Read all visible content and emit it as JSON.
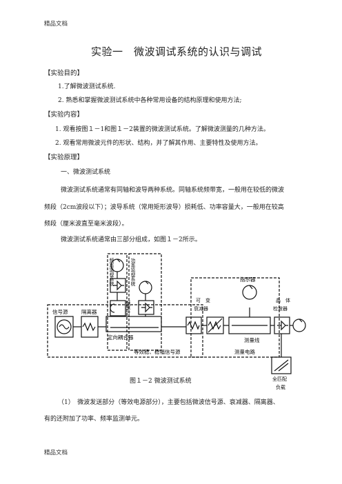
{
  "header": {
    "top": "精品文档",
    "bottom": "精品文档"
  },
  "title": "实验一　微波调试系统的认识与调试",
  "sections": {
    "purpose": "【实验目的】",
    "content": "【实验内容】",
    "principle": "【实验原理】"
  },
  "purpose_items": [
    "1.了解微波测试系统.",
    "2. 熟悉和掌握微波测试系统中各种常用设备的结构原理和使用方法;"
  ],
  "content_items": [
    "1.  观看按图１－1和图１－2装置的微波测试系统。了解微波测量的几种方法。",
    "2.  观看常用微波元件的形状、结构，并了解其作用、主要特性及使用方法。"
  ],
  "subheading": "一、微波测试系统",
  "para1": [
    "微波测试系统通常有同轴和波导两种系统。同轴系统频带宽，一般用在较低的微波",
    "频段（2cm波段以下）；波导系统（常用矩形波导）损耗低、功率容量大，一般用在较高",
    "频段（厘米波直至毫米波段）。"
  ],
  "para2": "微波测试系统通常由三部分组成，如图１－2所示。",
  "figure": {
    "caption": "图１－2 微波测试系统",
    "labels": {
      "signal_source": "信号源",
      "isolator": "隔离器",
      "freq_monitor": "频率监视系统",
      "power_monitor": "功率监视系统",
      "freq_meter": "频率计",
      "coupler": "定向耦合器",
      "equiv_source": "等效稳、稳幅信号源",
      "variable_attenuator": "可变衰减器",
      "indicator": "指示器",
      "crystal_detector": "晶体检波器",
      "slotted_line": "测量线",
      "measure_circuit": "测量电路",
      "matched_load": "全匹配负载"
    }
  },
  "para3": [
    "（1）　微波发送部分（等效电源部分），主要包括微波信号源、衰减器、隔离器、",
    "有的还附加了功率、频率监测单元。"
  ]
}
